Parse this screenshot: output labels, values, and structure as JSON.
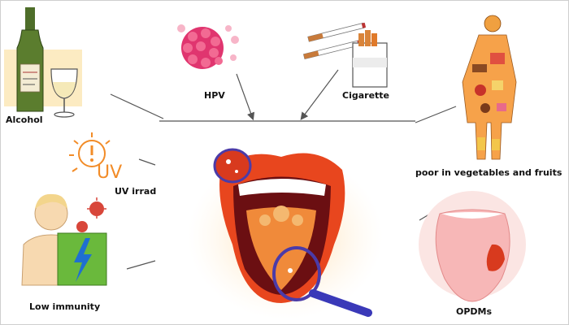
{
  "labels": {
    "alcohol": "Alcohol",
    "hpv": "HPV",
    "cigarette": "Cigarette",
    "uv_irradiation": "UV irrad",
    "uv_icon_text": "UV",
    "diet": "poor in vegetables and fruits",
    "low_immunity": "Low immunity",
    "opdms": "OPDMs"
  },
  "colors": {
    "arrow": "#555555",
    "hpv_pink": "#e0356f",
    "lip_red": "#e8461e",
    "mouth_dark": "#6b0f12",
    "tongue_orange": "#f08a3a",
    "highlight_ring": "#4b3ba8",
    "magnifier_handle": "#3a39b8",
    "uv_orange": "#f28c28",
    "skin": "#f7d9b0",
    "shirt_green": "#6ab93c",
    "bolt_blue": "#1f6fd1",
    "lesion_red": "#d83a1e",
    "tongue_pink": "#f7b7b7"
  },
  "icons": [
    "wine-bottle-icon",
    "wine-glass-icon",
    "virus-icon",
    "cigarette-icon",
    "sun-warning-icon",
    "body-food-icon",
    "person-icon",
    "lightning-icon",
    "mouth-icon",
    "magnifier-icon",
    "tongue-lesion-icon"
  ]
}
